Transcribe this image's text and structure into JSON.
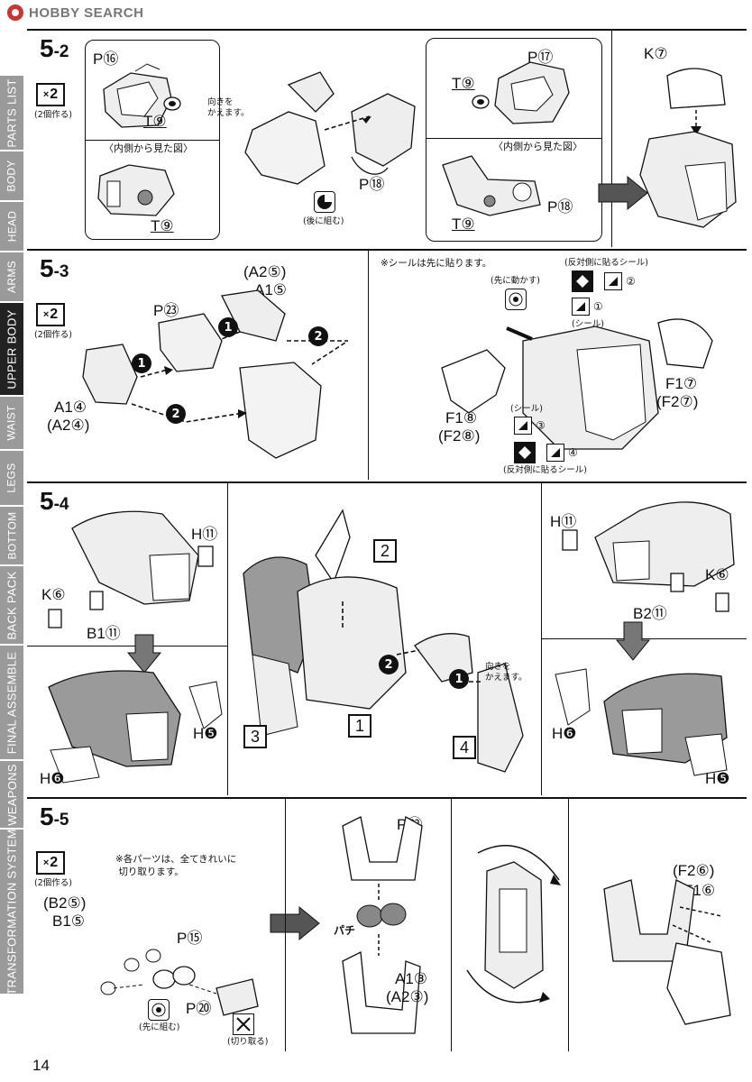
{
  "header": {
    "brand": "HOBBY SEARCH"
  },
  "sidebar": {
    "tabs": [
      {
        "label": "PARTS LIST",
        "active": false
      },
      {
        "label": "BODY",
        "active": false
      },
      {
        "label": "HEAD",
        "active": false
      },
      {
        "label": "ARMS",
        "active": false
      },
      {
        "label": "UPPER BODY",
        "active": true
      },
      {
        "label": "WAIST",
        "active": false
      },
      {
        "label": "LEGS",
        "active": false
      },
      {
        "label": "BOTTOM",
        "active": false
      },
      {
        "label": "BACK PACK",
        "active": false
      },
      {
        "label": "FINAL ASSEMBLE",
        "active": false
      },
      {
        "label": "WEAPONS",
        "active": false
      },
      {
        "label": "TRANSFORMATION SYSTEM",
        "active": false
      }
    ]
  },
  "common": {
    "x2_mult": "×",
    "x2_num": "2",
    "x2_note": "(2個作る)"
  },
  "step52": {
    "title_main": "5",
    "title_sub": "-2",
    "p16": "P⑯",
    "t9a": "T⑨",
    "turn_note": "向きを\nかえます。",
    "inner_a": "〈内側から見た図〉",
    "t9b": "T⑨",
    "p18": "P⑱",
    "after_note": "(後に組む)",
    "p17": "P⑰",
    "t9c": "T⑨",
    "inner_b": "〈内側から見た図〉",
    "t9d": "T⑨",
    "p18b": "P⑱",
    "k7": "K⑦"
  },
  "step53": {
    "title_main": "5",
    "title_sub": "-3",
    "a25": "(A2⑤)",
    "a15": "A1⑤",
    "p23": "P㉓",
    "a14": "A1④",
    "a24": "(A2④)",
    "seal_note": "※シールは先に貼ります。",
    "move_note": "(先に動かす)",
    "opp_note_a": "(反対側に貼るシール)",
    "seal_a": "(シール)",
    "seal_b": "(シール)",
    "opp_note_b": "(反対側に貼るシール)",
    "f17": "F1⑦",
    "f27": "(F2⑦)",
    "f18": "F1⑧",
    "f28": "(F2⑧)",
    "s1": "①",
    "s2": "②",
    "s3": "③",
    "s4": "④"
  },
  "step54": {
    "title_main": "5",
    "title_sub": "-4",
    "h11a": "H⑪",
    "k6a": "K⑥",
    "b111": "B1⑪",
    "h5a": "H❺",
    "h6a": "H❻",
    "box1": "1",
    "box2": "2",
    "box3": "3",
    "box4": "4",
    "turn_note": "向きを\nかえます。",
    "h11b": "H⑪",
    "k6b": "K⑥",
    "b211": "B2⑪",
    "h6b": "H❻",
    "h5b": "H❺"
  },
  "step55": {
    "title_main": "5",
    "title_sub": "-5",
    "cut_note": "※各パーツは、全てきれいに\n 切り取ります。",
    "b25": "(B2⑤)",
    "b15": "B1⑤",
    "p15": "P⑮",
    "p20": "P⑳",
    "first_note": "(先に組む)",
    "cut_label": "(切り取る)",
    "p22": "P㉒",
    "pachi": "パチ",
    "a13": "A1③",
    "a23": "(A2③)",
    "f26": "(F2⑥)",
    "f16": "F1⑥"
  },
  "page": {
    "number": "14"
  }
}
